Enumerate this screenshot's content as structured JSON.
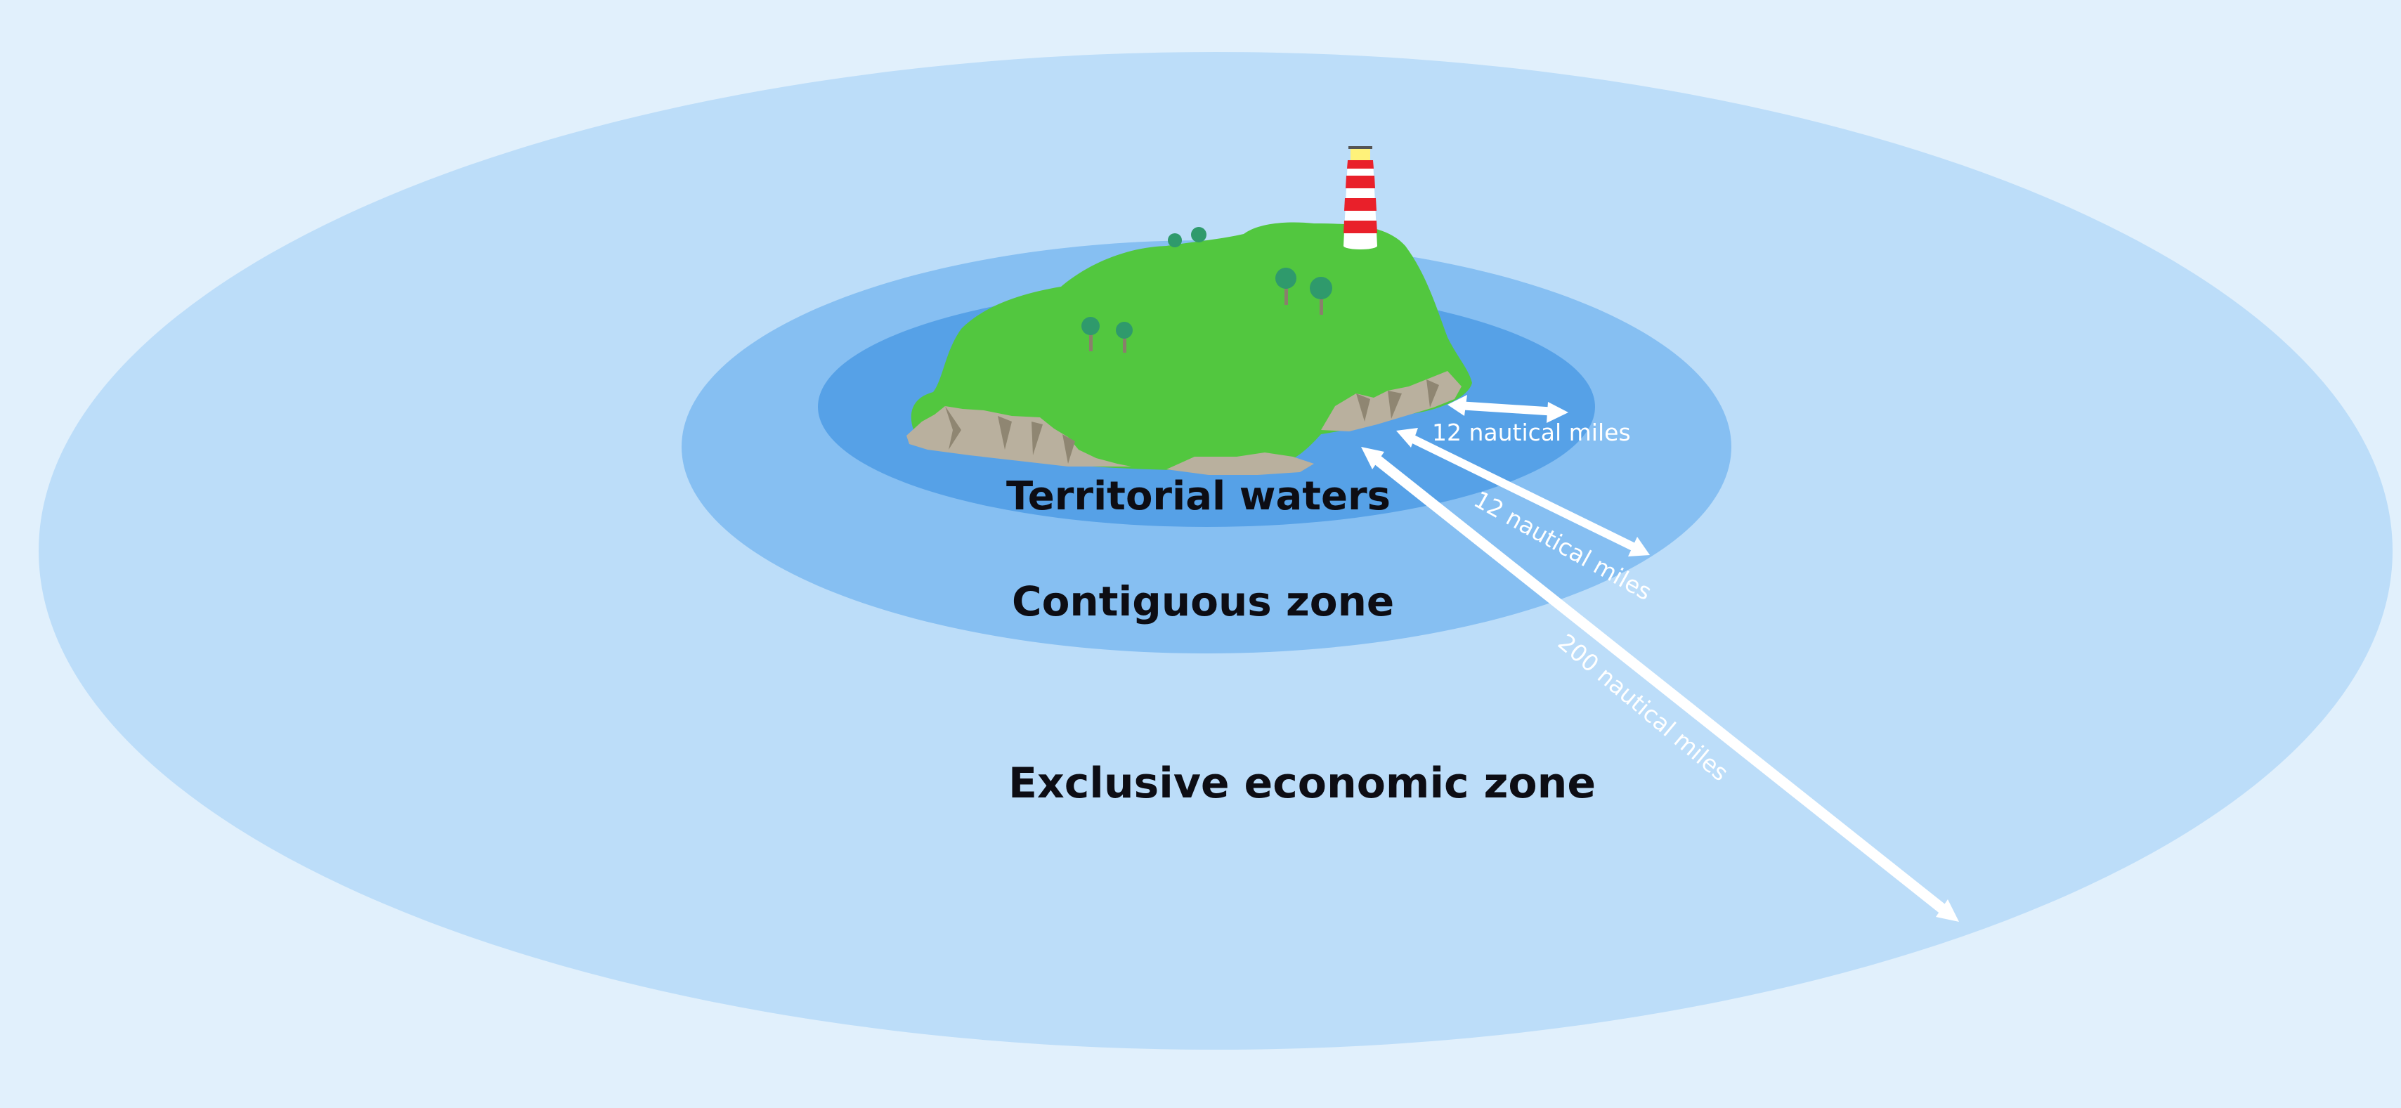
{
  "zones": {
    "territorial_label": "Territorial waters",
    "contiguous_label": "Contiguous zone",
    "eez_label": "Exclusive economic zone"
  },
  "distances": {
    "territorial": "12 nautical miles",
    "contiguous": "12 nautical miles",
    "eez": "200 nautical miles"
  },
  "colors": {
    "background": "#e1f0fc",
    "eez_water": "#bcddf9",
    "contiguous_water": "#86bff2",
    "territorial_water": "#56a1e7",
    "island_land": "#52c73f",
    "cliffs": "#b9b09e",
    "trees": "#2f9a6c",
    "lighthouse_red": "#e9202a",
    "arrows": "#ffffff"
  }
}
